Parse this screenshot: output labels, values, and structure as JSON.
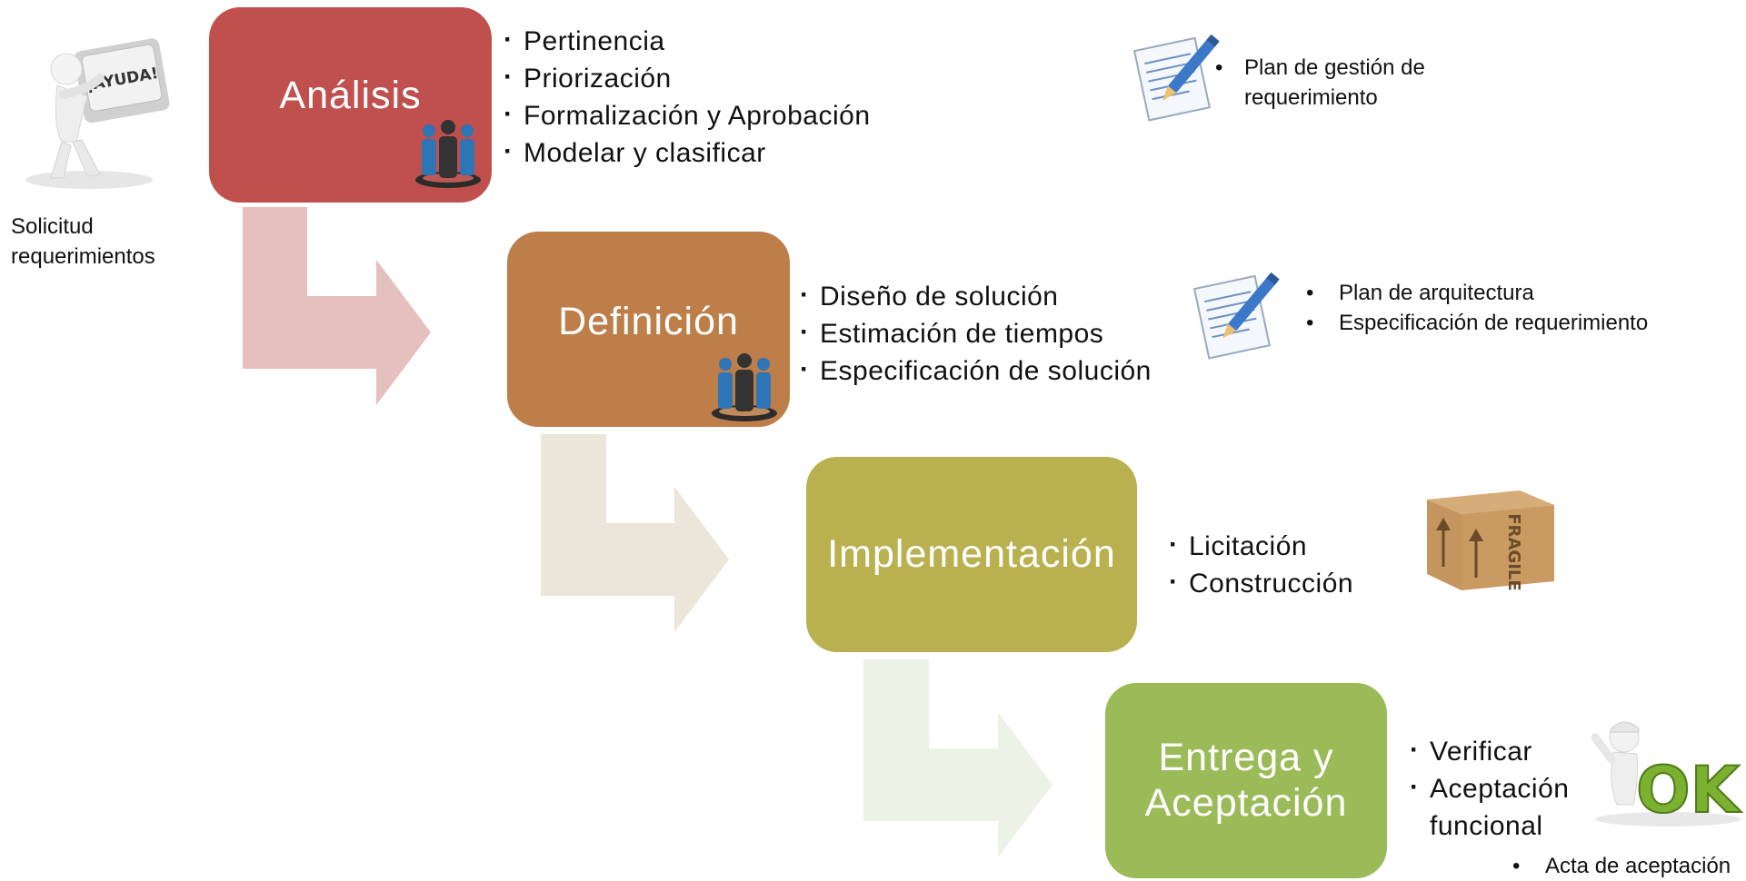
{
  "request": {
    "label_line1": "Solicitud",
    "label_line2": "requerimientos",
    "sign_text": "¡AYUDA!"
  },
  "stages": [
    {
      "title": "Análisis",
      "color": "#c0504d",
      "activities": [
        "Pertinencia",
        "Priorización",
        "Formalización y Aprobación",
        "Modelar y clasificar"
      ],
      "deliverables_line1": "Plan de gestión de",
      "deliverables_line2": "requerimiento"
    },
    {
      "title": "Definición",
      "color": "#bd7e4a",
      "activities": [
        "Diseño de solución",
        "Estimación de tiempos",
        "Especificación de solución"
      ],
      "deliverables": [
        "Plan de arquitectura",
        "Especificación de requerimiento"
      ]
    },
    {
      "title": "Implementación",
      "color": "#b9b150",
      "activities": [
        "Licitación",
        "Construcción"
      ],
      "box_text": "FRAGILE"
    },
    {
      "title_line1": "Entrega y",
      "title_line2": "Aceptación",
      "color": "#9bbb59",
      "activities": [
        "Verificar",
        "Aceptación",
        "funcional"
      ],
      "ok_text": "OK",
      "deliverables": [
        "Acta de aceptación"
      ]
    }
  ],
  "icon_names": [
    "team-icon",
    "document-pencil-icon",
    "box-icon",
    "ok-figure-icon",
    "help-figure-icon"
  ]
}
